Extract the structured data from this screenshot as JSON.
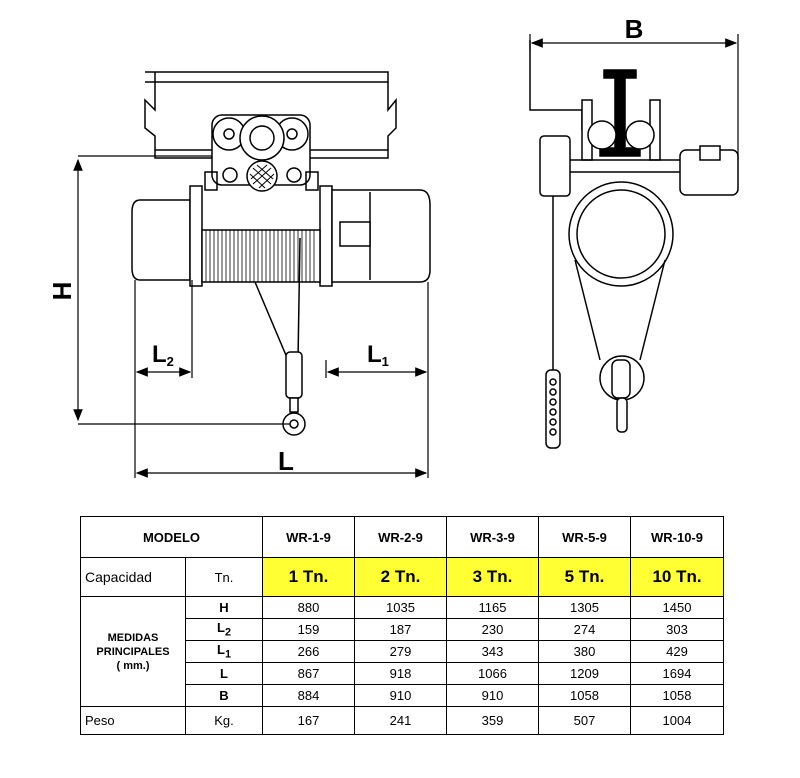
{
  "drawing": {
    "front_labels": {
      "H": "H",
      "L2_base": "L",
      "L2_sub": "2",
      "L1_base": "L",
      "L1_sub": "1",
      "L": "L"
    },
    "side_labels": {
      "B": "B"
    }
  },
  "table": {
    "header": {
      "modelo": "MODELO",
      "models": [
        "WR-1-9",
        "WR-2-9",
        "WR-3-9",
        "WR-5-9",
        "WR-10-9"
      ]
    },
    "capacidad": {
      "label": "Capacidad",
      "unit": "Tn.",
      "values": [
        "1 Tn.",
        "2 Tn.",
        "3 Tn.",
        "5 Tn.",
        "10 Tn."
      ]
    },
    "medidas": {
      "line1": "MEDIDAS",
      "line2": "PRINCIPALES",
      "line3": "( mm.)",
      "rows": [
        {
          "sym": "H",
          "sub": "",
          "values": [
            "880",
            "1035",
            "1165",
            "1305",
            "1450"
          ]
        },
        {
          "sym": "L",
          "sub": "2",
          "values": [
            "159",
            "187",
            "230",
            "274",
            "303"
          ]
        },
        {
          "sym": "L",
          "sub": "1",
          "values": [
            "266",
            "279",
            "343",
            "380",
            "429"
          ]
        },
        {
          "sym": "L",
          "sub": "",
          "values": [
            "867",
            "918",
            "1066",
            "1209",
            "1694"
          ]
        },
        {
          "sym": "B",
          "sub": "",
          "values": [
            "884",
            "910",
            "910",
            "1058",
            "1058"
          ]
        }
      ]
    },
    "peso": {
      "label": "Peso",
      "unit": "Kg.",
      "values": [
        "167",
        "241",
        "359",
        "507",
        "1004"
      ]
    }
  },
  "colors": {
    "highlight": "#ffff33",
    "line": "#000000"
  }
}
